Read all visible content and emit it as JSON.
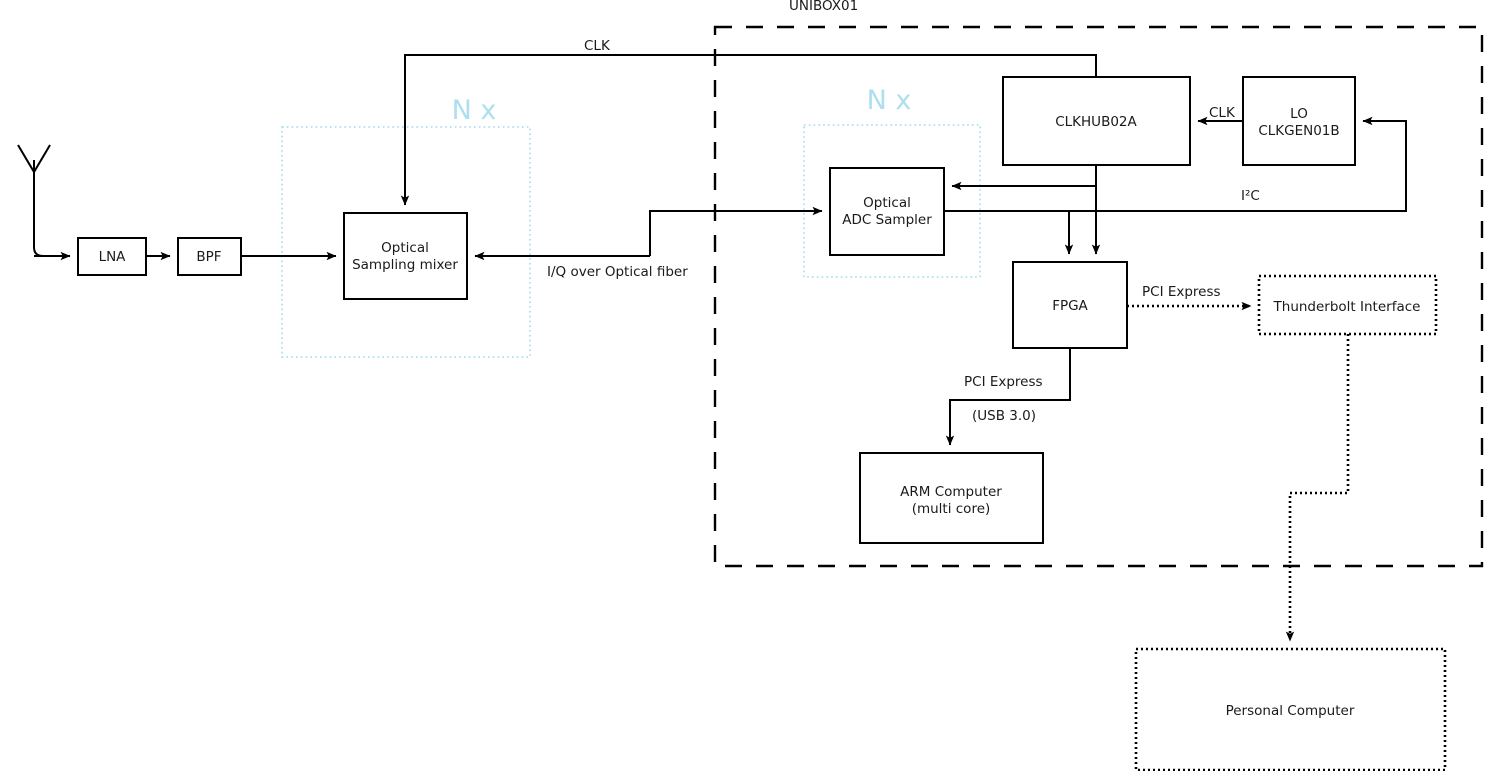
{
  "diagram": {
    "title": "UNIBOX01",
    "enclosure_label": "UNIBOX01",
    "colors": {
      "line": "#000000",
      "box_fill": "#ffffff",
      "replication_accent": "#addfee",
      "text": "#1a1a1a"
    }
  },
  "replication_markers": [
    {
      "label": "N x",
      "id": "nx-left"
    },
    {
      "label": "N x",
      "id": "nx-right"
    }
  ],
  "blocks": [
    {
      "id": "antenna",
      "label": "",
      "style": "icon"
    },
    {
      "id": "lna",
      "label": "LNA",
      "style": "solid"
    },
    {
      "id": "bpf",
      "label": "BPF",
      "style": "solid"
    },
    {
      "id": "mixer",
      "label_line1": "Optical",
      "label_line2": "Sampling mixer",
      "style": "solid"
    },
    {
      "id": "adc",
      "label_line1": "Optical",
      "label_line2": "ADC Sampler",
      "style": "solid"
    },
    {
      "id": "clkhub",
      "label": "CLKHUB02A",
      "style": "solid"
    },
    {
      "id": "lo",
      "label_line1": "LO",
      "label_line2": "CLKGEN01B",
      "style": "solid"
    },
    {
      "id": "fpga",
      "label": "FPGA",
      "style": "solid"
    },
    {
      "id": "arm",
      "label_line1": "ARM Computer",
      "label_line2": "(multi core)",
      "style": "solid"
    },
    {
      "id": "thunderbolt",
      "label": "Thunderbolt Interface",
      "style": "dotted"
    },
    {
      "id": "pc",
      "label": "Personal Computer",
      "style": "dotted"
    }
  ],
  "edge_labels": {
    "clk_top": "CLK",
    "clk_lo": "CLK",
    "iq_fiber": "I/Q over Optical fiber",
    "i2c": "I²C",
    "pci_express_tb": "PCI Express",
    "pci_express_arm": "PCI Express",
    "usb3": "(USB 3.0)"
  }
}
